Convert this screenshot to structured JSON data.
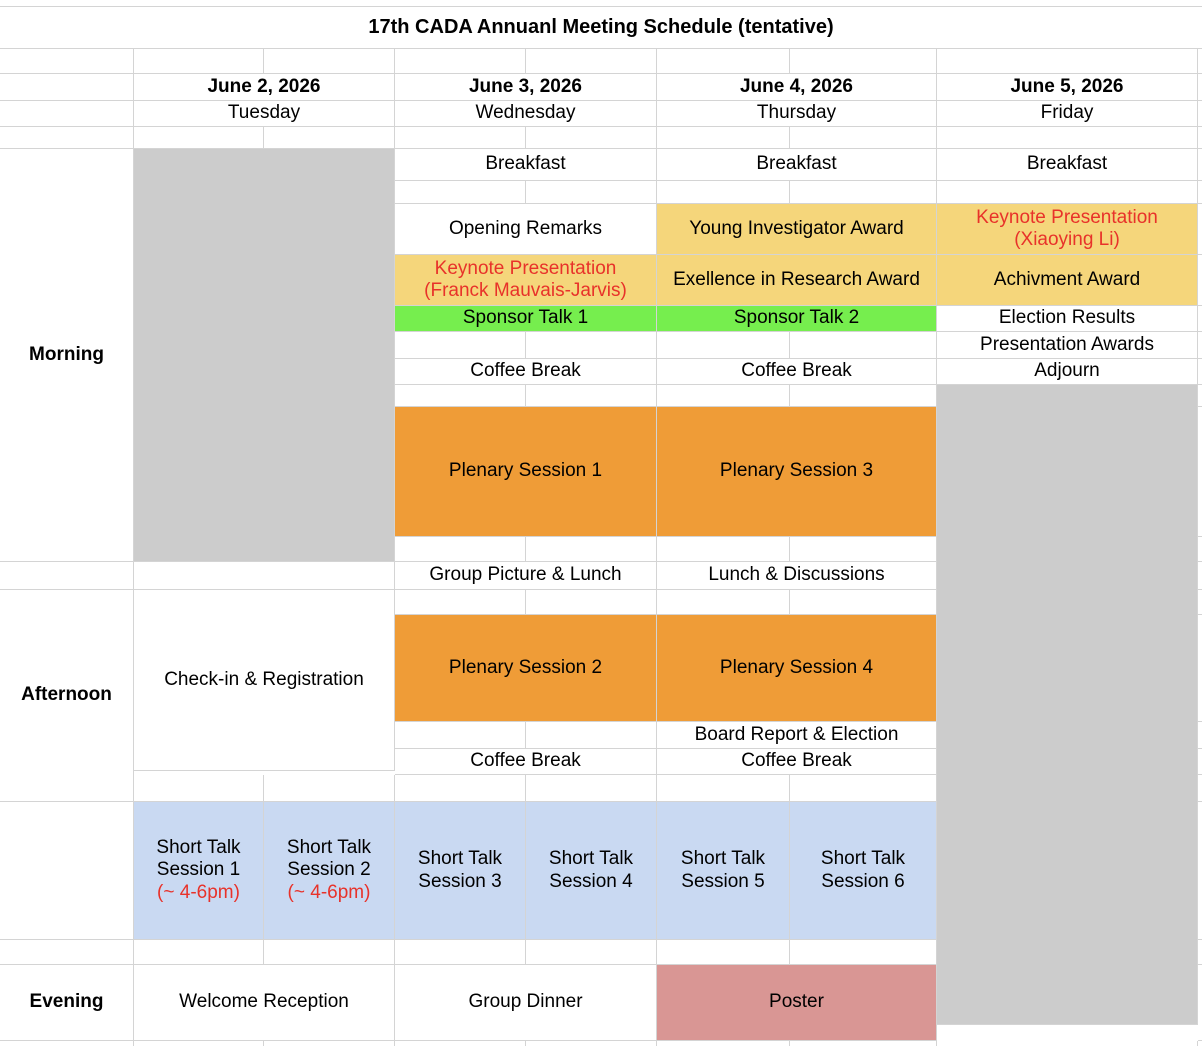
{
  "document": {
    "title": "17th CADA Annuanl Meeting Schedule (tentative)",
    "type": "spreadsheet-schedule"
  },
  "colors": {
    "highlight_yellow": "#f5d67b",
    "highlight_green": "#76ee4e",
    "highlight_orange": "#ef9c37",
    "highlight_blue": "#c9d9f2",
    "highlight_rose": "#d99694",
    "blocked_gray": "#cccccc",
    "red_text": "#e8322a",
    "gridline": "#d4d4d4"
  },
  "columns": [
    {
      "date": "June 2, 2026",
      "day": "Tuesday"
    },
    {
      "date": "June 3, 2026",
      "day": "Wednesday"
    },
    {
      "date": "June 4, 2026",
      "day": "Thursday"
    },
    {
      "date": "June 5, 2026",
      "day": "Friday"
    }
  ],
  "period_labels": {
    "morning": "Morning",
    "afternoon": "Afternoon",
    "evening": "Evening"
  },
  "events": {
    "breakfast_wed": "Breakfast",
    "breakfast_thu": "Breakfast",
    "breakfast_fri": "Breakfast",
    "opening_remarks": "Opening Remarks",
    "young_investigator_award": "Young Investigator Award",
    "keynote_fri_line1": "Keynote Presentation",
    "keynote_fri_line2": "(Xiaoying Li)",
    "keynote_wed_line1": "Keynote Presentation",
    "keynote_wed_line2": "(Franck Mauvais-Jarvis)",
    "excellence_award": "Exellence in Research Award",
    "achievement_award": "Achivment Award",
    "sponsor_talk_1": "Sponsor Talk 1",
    "sponsor_talk_2": "Sponsor Talk 2",
    "election_results": "Election Results",
    "presentation_awards": "Presentation Awards",
    "adjourn": "Adjourn",
    "coffee_break_wed_am": "Coffee Break",
    "coffee_break_thu_am": "Coffee Break",
    "plenary_session_1": "Plenary Session 1",
    "plenary_session_3": "Plenary Session 3",
    "group_picture_lunch": "Group Picture & Lunch",
    "lunch_discussions": "Lunch & Discussions",
    "checkin_registration": "Check-in & Registration",
    "plenary_session_2": "Plenary Session 2",
    "plenary_session_4": "Plenary Session 4",
    "board_report_election": "Board Report & Election",
    "coffee_break_wed_pm": "Coffee Break",
    "coffee_break_thu_pm": "Coffee Break",
    "short_talk_1_line1": "Short Talk",
    "short_talk_1_line2": "Session 1",
    "short_talk_1_line3": "(~ 4-6pm)",
    "short_talk_2_line1": "Short Talk",
    "short_talk_2_line2": "Session 2",
    "short_talk_2_line3": "(~ 4-6pm)",
    "short_talk_3_line1": "Short Talk",
    "short_talk_3_line2": "Session 3",
    "short_talk_4_line1": "Short Talk",
    "short_talk_4_line2": "Session 4",
    "short_talk_5_line1": "Short Talk",
    "short_talk_5_line2": "Session 5",
    "short_talk_6_line1": "Short Talk",
    "short_talk_6_line2": "Session 6",
    "welcome_reception": "Welcome Reception",
    "group_dinner": "Group Dinner",
    "poster": "Poster"
  }
}
